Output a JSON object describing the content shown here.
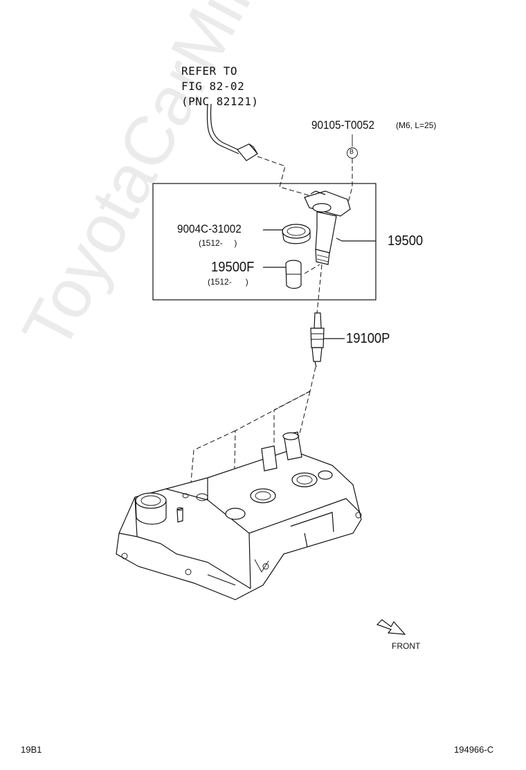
{
  "refer": {
    "line1": "REFER TO",
    "line2": "FIG 82-02",
    "line3": "(PNC 82121)"
  },
  "parts": {
    "bolt": {
      "number": "90105-T0052",
      "spec": "(M6, L=25)",
      "marker": "B"
    },
    "gasket": {
      "number": "9004C-31002",
      "note": "(1512-     )"
    },
    "ignition_coil": {
      "number": "19500"
    },
    "plug_boot": {
      "number": "19500F",
      "note": "(1512-      )"
    },
    "spark_plug": {
      "number": "19100P"
    }
  },
  "front_label": "FRONT",
  "footer": {
    "left_code": "19B1",
    "right_code": "194966-C"
  },
  "watermark": "ToyotaCarMine.ru"
}
